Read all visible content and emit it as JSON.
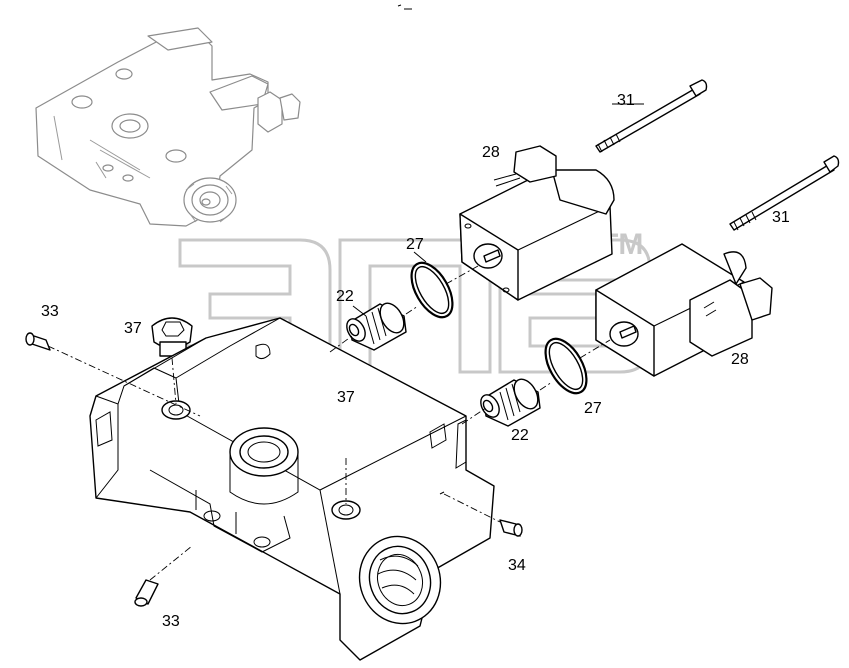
{
  "watermark": {
    "mark": "TM"
  },
  "callouts": {
    "bolt_upper": "31",
    "bolt_lower": "31",
    "coil_upper": "28",
    "coil_lower": "28",
    "oring_upper": "27",
    "oring_lower": "27",
    "cartridge_upper": "22",
    "cartridge_lower": "22",
    "plug_left": "37",
    "plug_center": "37",
    "screw_top_left": "33",
    "screw_bottom": "33",
    "screw_right": "34"
  }
}
